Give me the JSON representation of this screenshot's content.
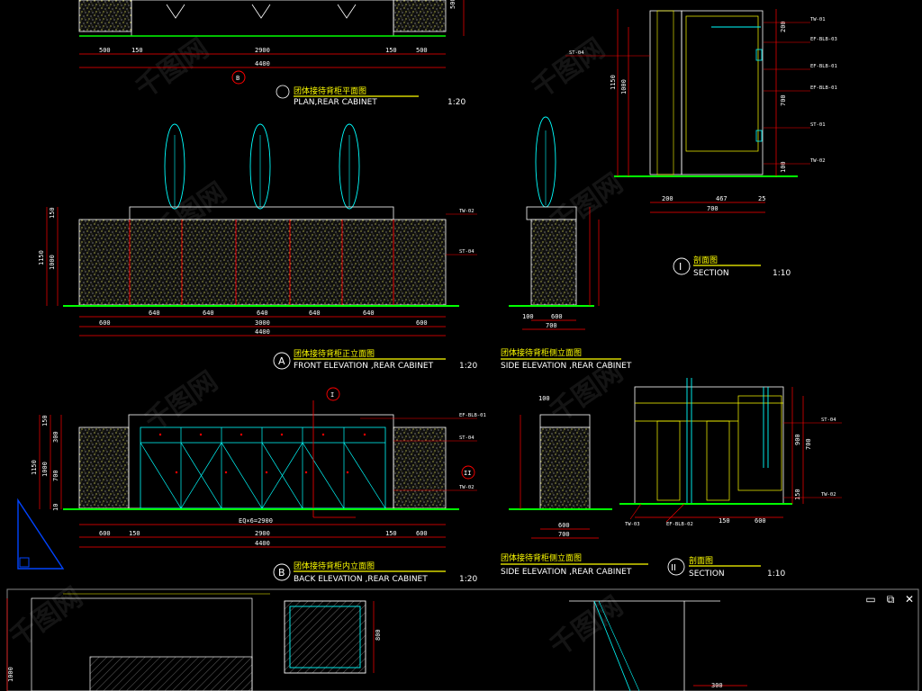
{
  "drawings": {
    "plan_title_cn": "团体接待背柜平面图",
    "plan_title_en": "PLAN,REAR CABINET",
    "plan_scale": "1:20",
    "plan_marker": "B",
    "plan_dims": [
      "500",
      "150",
      "2900",
      "150",
      "500"
    ],
    "plan_total": "4400",
    "front_title_cn": "团体接待背柜正立面图",
    "front_title_en": "FRONT ELEVATION ,REAR CABINET",
    "front_marker": "A",
    "front_scale": "1:20",
    "front_dims": [
      "600",
      "640",
      "640",
      "640",
      "640",
      "640",
      "600"
    ],
    "front_mid": "3000",
    "front_total": "4400",
    "front_heights": [
      "150",
      "1000",
      "1150"
    ],
    "side_title_cn": "团体接待背柜侧立面图",
    "side_title_en": "SIDE ELEVATION ,REAR CABINET",
    "side_dims": [
      "100",
      "600",
      "700"
    ],
    "back_title_cn": "团体接待背柜内立面图",
    "back_title_en": "BACK ELEVATION ,REAR CABINET",
    "back_marker": "B",
    "back_scale": "1:20",
    "back_dims": [
      "600",
      "150",
      "2900",
      "150",
      "600"
    ],
    "back_mid": "EQ×6=2900",
    "back_total": "4400",
    "back_heights": [
      "150",
      "300",
      "700",
      "1000",
      "1150",
      "10"
    ],
    "side2_title_cn": "团体接待背柜侧立面图",
    "side2_title_en": "SIDE ELEVATION ,REAR CABINET",
    "side2_dims": [
      "100",
      "600",
      "700"
    ],
    "section1_marker": "I",
    "section1_title_cn": "剖面图",
    "section1_title_en": "SECTION",
    "section1_scale": "1:10",
    "section1_dims": [
      "200",
      "467",
      "25",
      "700"
    ],
    "section1_heights": [
      "1150",
      "1000",
      "700",
      "200",
      "100"
    ],
    "section2_marker": "II",
    "section2_title_cn": "剖面图",
    "section2_title_en": "SECTION",
    "section2_scale": "1:10",
    "section2_dims": [
      "150",
      "600"
    ],
    "section2_heights": [
      "900",
      "700",
      "150"
    ],
    "bottom_dims": [
      "1000",
      "800",
      "300"
    ],
    "tags": [
      "TW-01",
      "ST-01",
      "EF-BLB-03",
      "EF-BLB-01",
      "ST-04",
      "TW-02",
      "EF-BLB-01",
      "EF-BLB-02",
      "TW-03"
    ],
    "watermark": "千图网"
  },
  "window": {
    "minimize": "▭",
    "restore": "⧉",
    "close": "✕"
  },
  "colors": {
    "background": "#000000",
    "lines": "#ffffff",
    "dims": "#ff0000",
    "titles": "#ffff00",
    "floor": "#00ff00",
    "plants": "#00ffff"
  }
}
